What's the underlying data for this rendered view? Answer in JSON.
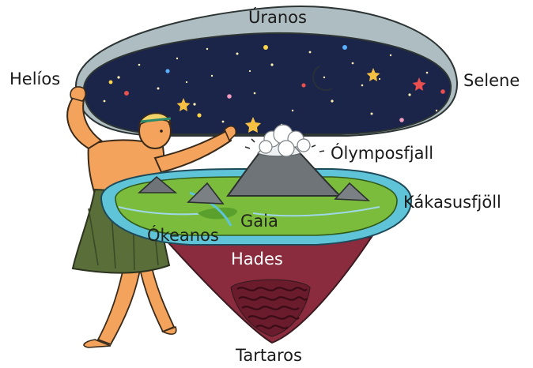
{
  "labels": {
    "uranos": "Úranos",
    "helios": "Helíos",
    "selene": "Selene",
    "olympus": "Ólymposfjall",
    "caucasus": "Kákasusfjöll",
    "gaia": "Gaia",
    "okeanos": "Ókeanos",
    "hades": "Hades",
    "tartaros": "Tartaros"
  },
  "colors": {
    "sky": "#1b2449",
    "dome_rim": "#9eb0b4",
    "skin": "#f4a35c",
    "cloth": "#5a6e3a",
    "land": "#7cbc3c",
    "ocean": "#5fc4d8",
    "mountain": "#6e7478",
    "underworld": "#8a2b3e",
    "tartaros_coil": "#5a1422",
    "moon": "#f6c042"
  }
}
